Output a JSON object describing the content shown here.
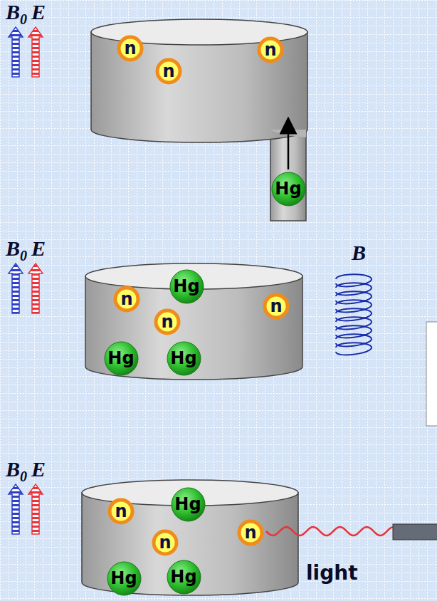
{
  "diagram": {
    "nodes": [
      {
        "text": [
          "n"
        ]
      },
      {
        "text": [
          "n"
        ]
      },
      {
        "text": [
          "n"
        ]
      },
      {
        "text": [
          "Hg"
        ]
      },
      {
        "text": [
          "n"
        ]
      },
      {
        "text": [
          "n"
        ]
      },
      {
        "text": [
          "n"
        ]
      },
      {
        "text": [
          "Hg"
        ]
      },
      {
        "text": [
          "Hg"
        ]
      },
      {
        "text": [
          "Hg"
        ]
      },
      {
        "text": [
          "n"
        ]
      },
      {
        "text": [
          "n"
        ]
      },
      {
        "text": [
          "n"
        ]
      },
      {
        "text": [
          "Hg"
        ]
      },
      {
        "text": [
          "Hg"
        ]
      },
      {
        "text": [
          "Hg"
        ]
      }
    ],
    "labels": [
      "B0",
      "E",
      "B0",
      "E",
      "B0",
      "E",
      "B",
      "light"
    ]
  }
}
